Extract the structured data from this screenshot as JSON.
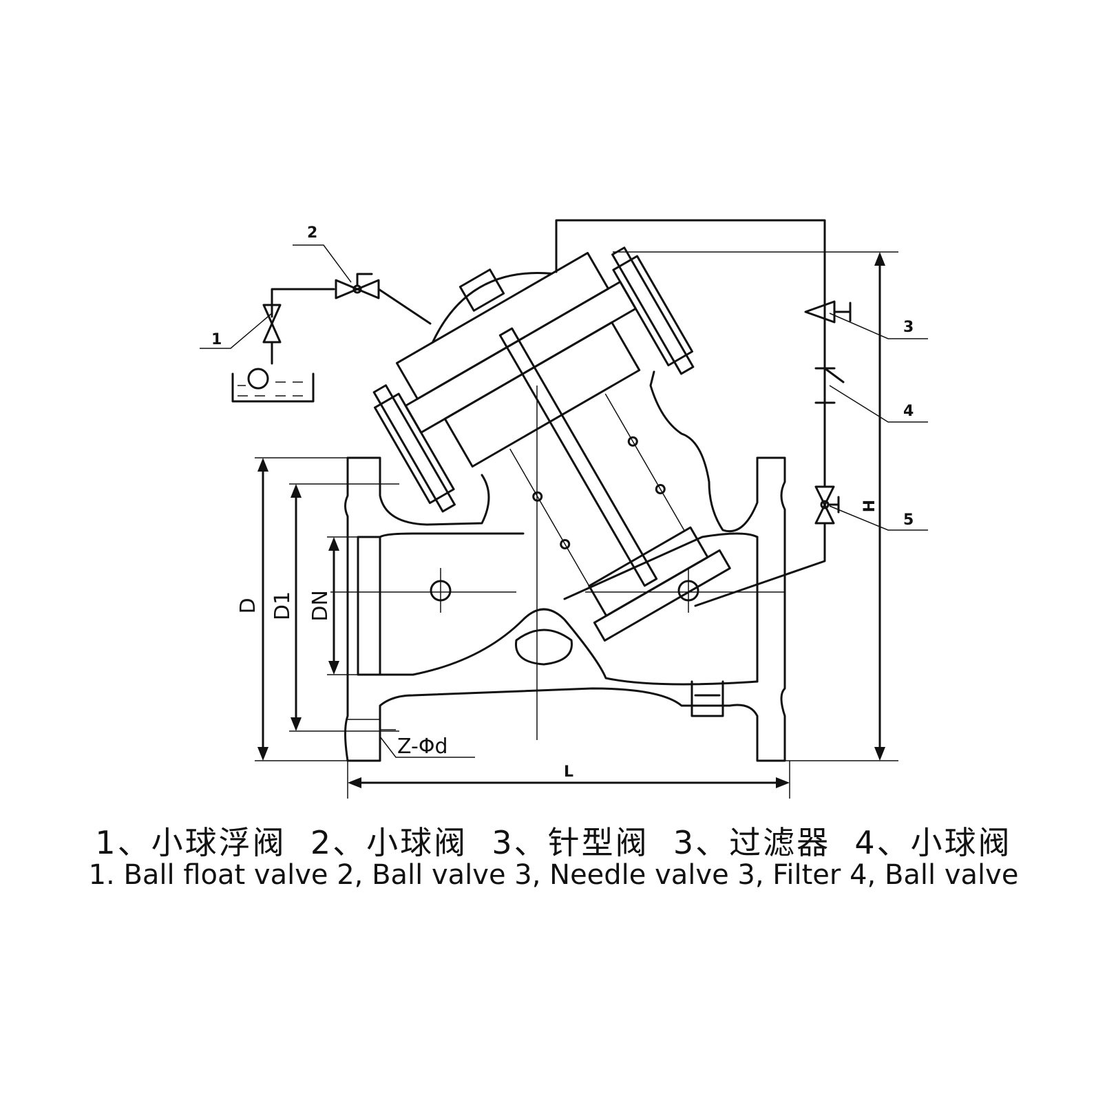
{
  "callouts": [
    "1",
    "2",
    "3",
    "4",
    "5"
  ],
  "dimensions": {
    "D": "D",
    "D1": "D1",
    "DN": "DN",
    "H": "H",
    "L": "L",
    "bolt": "Z-Φd"
  },
  "caption": {
    "zh": "1、小球浮阀  2、小球阀  3、针型阀  3、过滤器  4、小球阀",
    "en": "1. Ball float valve 2, Ball valve 3, Needle valve 3, Filter 4, Ball valve"
  }
}
